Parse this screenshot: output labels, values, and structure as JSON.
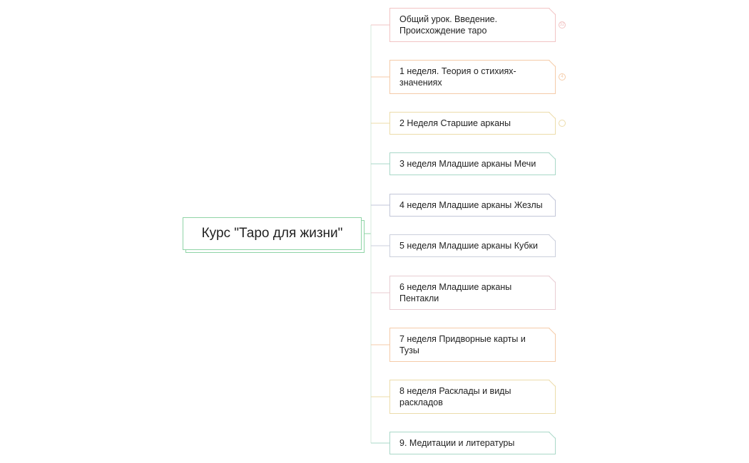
{
  "root": {
    "label": "Курс \"Таро для жизни\"",
    "color": "#8fd4a6"
  },
  "topics": [
    {
      "label": "Общий урок. Введение. Происхождение таро",
      "color": "#f2c4c4",
      "badge": "32"
    },
    {
      "label": "1 неделя. Теория о стихиях-значениях",
      "color": "#f5cba8",
      "badge": "4"
    },
    {
      "label": "2 Неделя  Старшие арканы",
      "color": "#ecdcaa",
      "badge": ""
    },
    {
      "label": "3 неделя  Младшие арканы Мечи",
      "color": "#a9d8c8",
      "badge": null
    },
    {
      "label": "4 неделя Младшие арканы Жезлы",
      "color": "#c2c6d8",
      "badge": null
    },
    {
      "label": "5 неделя Младшие арканы Кубки",
      "color": "#cbcfdc",
      "badge": null
    },
    {
      "label": "6 неделя Младшие арканы Пентакли",
      "color": "#e8cdd2",
      "badge": null
    },
    {
      "label": "7 неделя Придворные карты и Тузы",
      "color": "#f5cba8",
      "badge": null
    },
    {
      "label": "8 неделя  Расклады и виды раскладов",
      "color": "#ecdcaa",
      "badge": null
    },
    {
      "label": "9. Медитации и литературы",
      "color": "#a9d8c8",
      "badge": null
    }
  ]
}
